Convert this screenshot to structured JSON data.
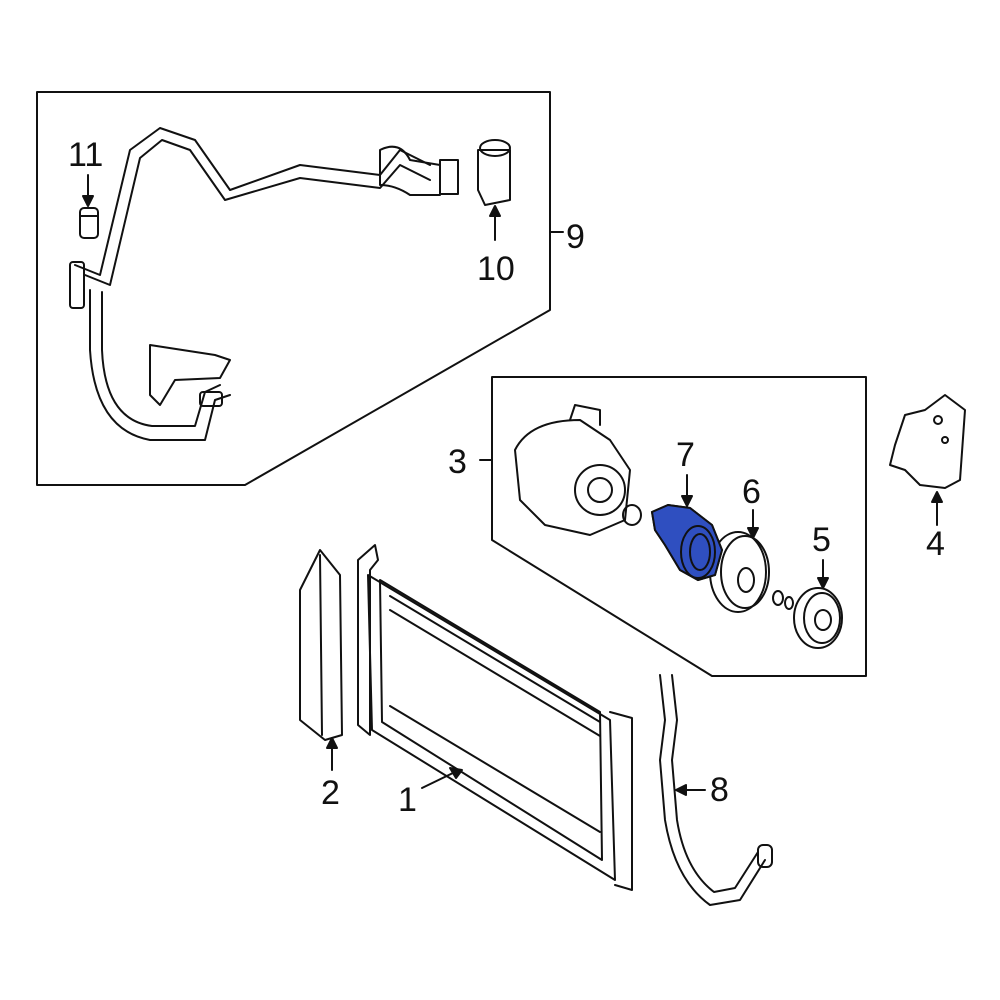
{
  "diagram": {
    "highlight_color": "#2f4fc0",
    "callouts": [
      {
        "id": "1",
        "label": "1"
      },
      {
        "id": "2",
        "label": "2"
      },
      {
        "id": "3",
        "label": "3"
      },
      {
        "id": "4",
        "label": "4"
      },
      {
        "id": "5",
        "label": "5"
      },
      {
        "id": "6",
        "label": "6"
      },
      {
        "id": "7",
        "label": "7"
      },
      {
        "id": "8",
        "label": "8"
      },
      {
        "id": "9",
        "label": "9"
      },
      {
        "id": "10",
        "label": "10"
      },
      {
        "id": "11",
        "label": "11"
      }
    ]
  }
}
